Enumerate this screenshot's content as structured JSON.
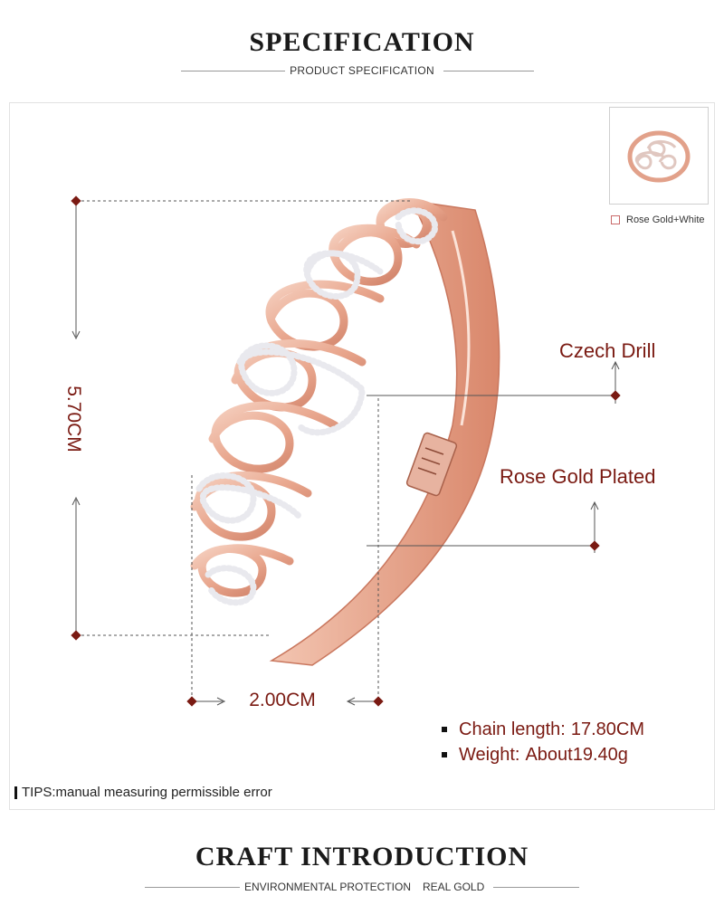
{
  "header": {
    "title": "SPECIFICATION",
    "subtitle": "PRODUCT SPECIFICATION"
  },
  "variant": {
    "label": "Rose Gold+White"
  },
  "callouts": {
    "stone": "Czech Drill",
    "plating": "Rose Gold Plated"
  },
  "dimensions": {
    "height": "5.70CM",
    "width": "2.00CM"
  },
  "specs": [
    {
      "label": "Chain length:",
      "value": "17.80CM"
    },
    {
      "label": "Weight:",
      "value": "About19.40g"
    }
  ],
  "tips": "TIPS:manual measuring permissible error",
  "footer": {
    "title": "CRAFT INTRODUCTION",
    "subtitle_left": "ENVIRONMENTAL PROTECTION",
    "subtitle_right": "REAL GOLD"
  },
  "colors": {
    "callout_text": "#7a1a12",
    "rose_gold": "#e8a58c",
    "rose_gold_dark": "#c9775e"
  }
}
